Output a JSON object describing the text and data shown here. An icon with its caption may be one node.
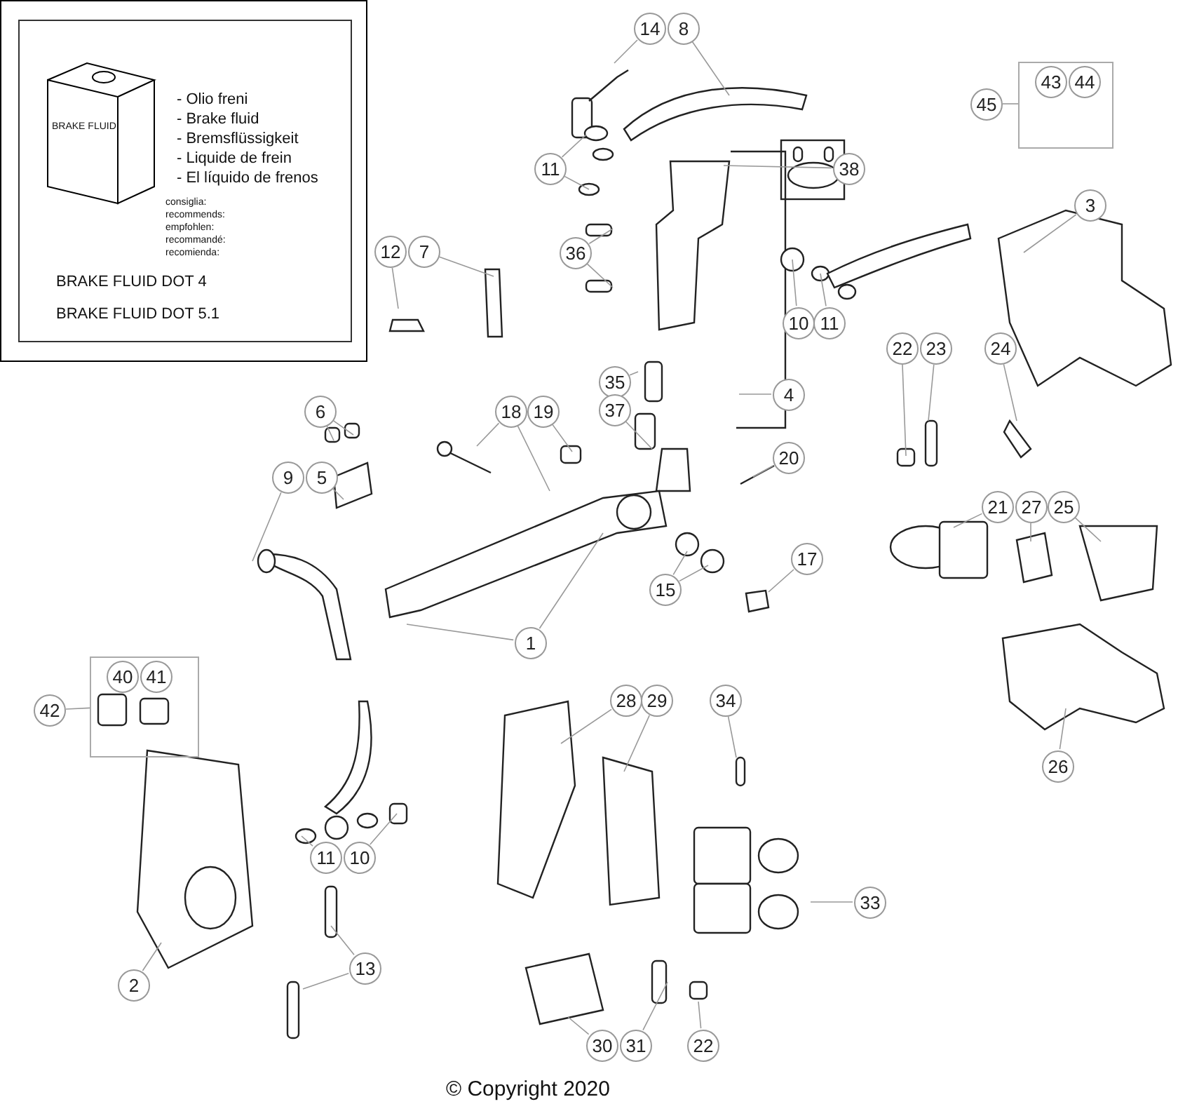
{
  "diagram": {
    "caption": "© Copyright 2020",
    "nodes": [
      {
        "text": [
          "BRAKE FLUID",
          "- Olio freni",
          "- Brake fluid",
          "- Bremsflüssigkeit",
          "- Liquide de frein",
          "- El líquido de frenos",
          "consiglia:",
          "recommends:",
          "empfohlen:",
          "recommandé:",
          "recomienda:",
          "BRAKE FLUID DOT 4",
          "BRAKE FLUID DOT 5.1"
        ]
      },
      {
        "text": [
          "14"
        ]
      },
      {
        "text": [
          "8"
        ]
      },
      {
        "text": [],
        "shape": "box"
      },
      {
        "text": [
          "43"
        ],
        "in": 3
      },
      {
        "text": [
          "44"
        ],
        "in": 3
      },
      {
        "text": [
          "45"
        ]
      },
      {
        "text": [
          "11"
        ]
      },
      {
        "text": [
          "38"
        ]
      },
      {
        "text": [
          "3"
        ]
      },
      {
        "text": [
          "36"
        ]
      },
      {
        "text": [
          "12"
        ]
      },
      {
        "text": [
          "7"
        ]
      },
      {
        "text": [
          "10"
        ]
      },
      {
        "text": [
          "11"
        ]
      },
      {
        "text": [
          "35"
        ]
      },
      {
        "text": [
          "4"
        ]
      },
      {
        "text": [
          "37"
        ]
      },
      {
        "text": [
          "22"
        ]
      },
      {
        "text": [
          "23"
        ]
      },
      {
        "text": [
          "24"
        ]
      },
      {
        "text": [
          "6"
        ]
      },
      {
        "text": [
          "18"
        ]
      },
      {
        "text": [
          "19"
        ]
      },
      {
        "text": [
          "20"
        ]
      },
      {
        "text": [
          "9"
        ]
      },
      {
        "text": [
          "5"
        ]
      },
      {
        "text": [
          "21"
        ]
      },
      {
        "text": [
          "27"
        ]
      },
      {
        "text": [
          "25"
        ]
      },
      {
        "text": [
          "17"
        ]
      },
      {
        "text": [
          "15"
        ]
      },
      {
        "text": [
          "1"
        ]
      },
      {
        "text": [],
        "shape": "box"
      },
      {
        "text": [
          "40"
        ],
        "in": 33
      },
      {
        "text": [
          "41"
        ],
        "in": 33
      },
      {
        "text": [
          "42"
        ]
      },
      {
        "text": [
          "28"
        ]
      },
      {
        "text": [
          "29"
        ]
      },
      {
        "text": [
          "34"
        ]
      },
      {
        "text": [
          "26"
        ]
      },
      {
        "text": [
          "11"
        ]
      },
      {
        "text": [
          "10"
        ]
      },
      {
        "text": [
          "13"
        ]
      },
      {
        "text": [
          "33"
        ]
      },
      {
        "text": [
          "2"
        ]
      },
      {
        "text": [
          "30"
        ]
      },
      {
        "text": [
          "31"
        ]
      },
      {
        "text": [
          "22"
        ]
      }
    ],
    "edges": [
      {
        "from": 1,
        "to": null,
        "arrow": "none"
      },
      {
        "from": 2,
        "to": null,
        "arrow": "none"
      },
      {
        "from": 6,
        "to": 3,
        "arrow": "none"
      },
      {
        "from": 7,
        "to": null,
        "arrow": "none"
      },
      {
        "from": 7,
        "to": null,
        "arrow": "none"
      },
      {
        "from": 8,
        "to": null,
        "arrow": "none"
      },
      {
        "from": 9,
        "to": null,
        "arrow": "none"
      },
      {
        "from": 10,
        "to": null,
        "arrow": "none"
      },
      {
        "from": 10,
        "to": null,
        "arrow": "none"
      },
      {
        "from": 11,
        "to": null,
        "arrow": "none"
      },
      {
        "from": 12,
        "to": null,
        "arrow": "none"
      },
      {
        "from": 13,
        "to": null,
        "arrow": "none"
      },
      {
        "from": 14,
        "to": null,
        "arrow": "none"
      },
      {
        "from": 15,
        "to": null,
        "arrow": "none"
      },
      {
        "from": 16,
        "to": null,
        "arrow": "none"
      },
      {
        "from": 17,
        "to": null,
        "arrow": "none"
      },
      {
        "from": 18,
        "to": null,
        "arrow": "none"
      },
      {
        "from": 19,
        "to": null,
        "arrow": "none"
      },
      {
        "from": 20,
        "to": null,
        "arrow": "none"
      },
      {
        "from": 21,
        "to": null,
        "arrow": "none"
      },
      {
        "from": 21,
        "to": null,
        "arrow": "none"
      },
      {
        "from": 22,
        "to": null,
        "arrow": "none"
      },
      {
        "from": 22,
        "to": null,
        "arrow": "none"
      },
      {
        "from": 23,
        "to": null,
        "arrow": "none"
      },
      {
        "from": 24,
        "to": null,
        "arrow": "none"
      },
      {
        "from": 25,
        "to": null,
        "arrow": "none"
      },
      {
        "from": 26,
        "to": null,
        "arrow": "none"
      },
      {
        "from": 27,
        "to": null,
        "arrow": "none"
      },
      {
        "from": 28,
        "to": null,
        "arrow": "none"
      },
      {
        "from": 29,
        "to": null,
        "arrow": "none"
      },
      {
        "from": 30,
        "to": null,
        "arrow": "none"
      },
      {
        "from": 31,
        "to": null,
        "arrow": "none"
      },
      {
        "from": 31,
        "to": null,
        "arrow": "none"
      },
      {
        "from": 32,
        "to": null,
        "arrow": "none"
      },
      {
        "from": 32,
        "to": null,
        "arrow": "none"
      },
      {
        "from": 36,
        "to": 33,
        "arrow": "none"
      },
      {
        "from": 37,
        "to": null,
        "arrow": "none"
      },
      {
        "from": 38,
        "to": null,
        "arrow": "none"
      },
      {
        "from": 39,
        "to": null,
        "arrow": "none"
      },
      {
        "from": 40,
        "to": null,
        "arrow": "none"
      },
      {
        "from": 41,
        "to": null,
        "arrow": "none"
      },
      {
        "from": 42,
        "to": null,
        "arrow": "none"
      },
      {
        "from": 43,
        "to": null,
        "arrow": "none"
      },
      {
        "from": 43,
        "to": null,
        "arrow": "none"
      },
      {
        "from": 44,
        "to": null,
        "arrow": "none"
      },
      {
        "from": 45,
        "to": null,
        "arrow": "none"
      },
      {
        "from": 46,
        "to": null,
        "arrow": "none"
      },
      {
        "from": 47,
        "to": null,
        "arrow": "none"
      },
      {
        "from": 48,
        "to": null,
        "arrow": "none"
      }
    ]
  }
}
